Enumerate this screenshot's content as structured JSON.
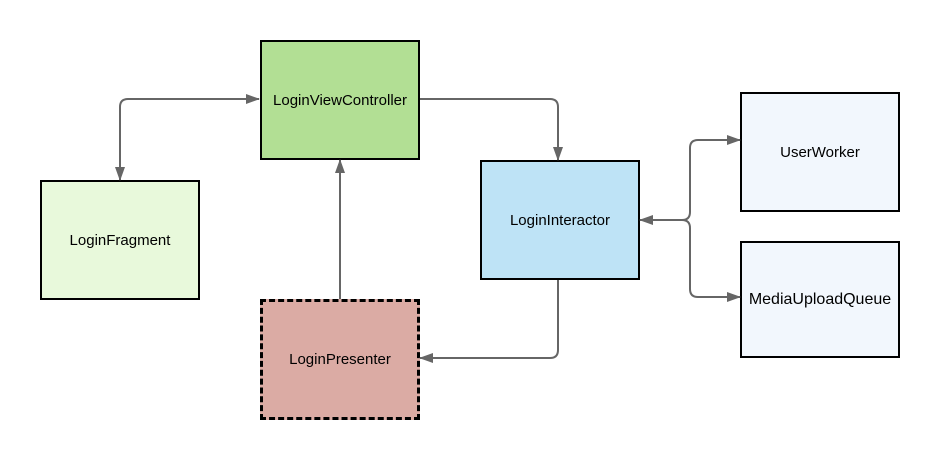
{
  "diagram": {
    "nodes": {
      "login_fragment": {
        "label": "LoginFragment",
        "fill": "#E8F9DB",
        "border_style": "solid"
      },
      "login_view_controller": {
        "label": "LoginViewController",
        "fill": "#B2DF94",
        "border_style": "solid"
      },
      "login_interactor": {
        "label": "LoginInteractor",
        "fill": "#BEE3F6",
        "border_style": "solid"
      },
      "login_presenter": {
        "label": "LoginPresenter",
        "fill": "#DBABA4",
        "border_style": "dashed"
      },
      "user_worker": {
        "label": "UserWorker",
        "fill": "#F2F7FD",
        "border_style": "solid"
      },
      "media_upload_queue": {
        "label": "MediaUploadQueue",
        "fill": "#F2F7FD",
        "border_style": "solid"
      }
    },
    "edges": [
      {
        "from": "LoginViewController",
        "to": "LoginFragment",
        "arrowheads": "both"
      },
      {
        "from": "LoginViewController",
        "to": "LoginInteractor",
        "arrowheads": "end"
      },
      {
        "from": "LoginInteractor",
        "to": "LoginPresenter",
        "arrowheads": "end"
      },
      {
        "from": "LoginPresenter",
        "to": "LoginViewController",
        "arrowheads": "end"
      },
      {
        "from": "LoginInteractor",
        "to": "UserWorker",
        "arrowheads": "both"
      },
      {
        "from": "LoginInteractor",
        "to": "MediaUploadQueue",
        "arrowheads": "both"
      }
    ],
    "colors": {
      "background": "#ffffff",
      "border": "#000000",
      "arrow": "#666666"
    }
  }
}
